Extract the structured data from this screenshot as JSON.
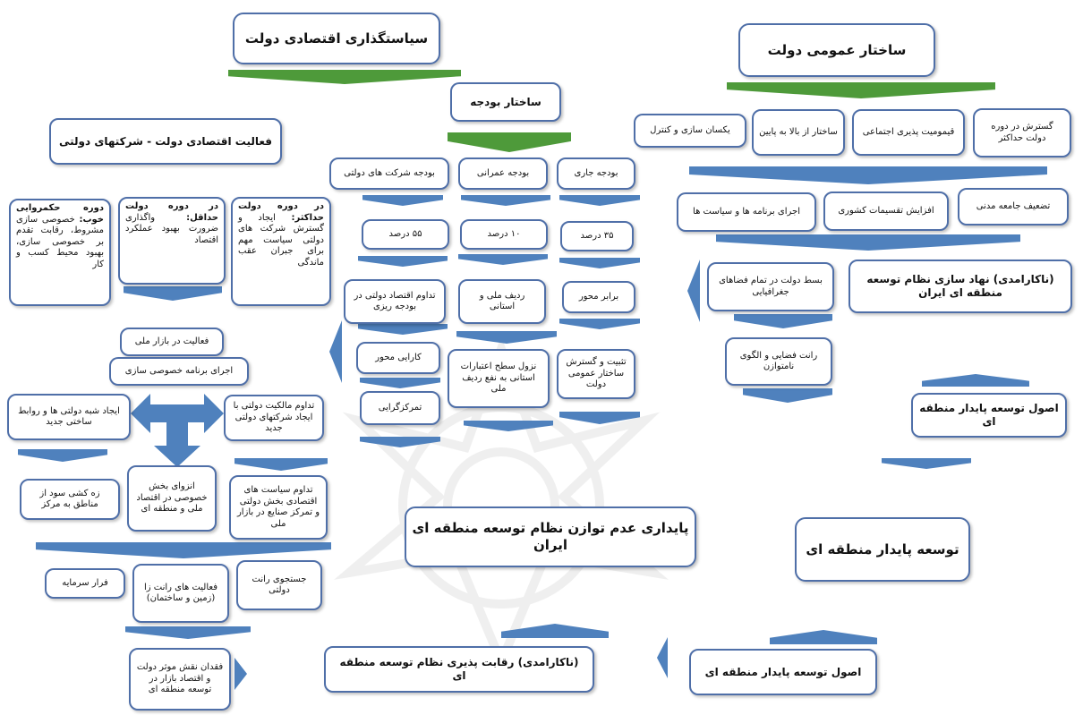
{
  "boxes": {
    "econ_policy": "سیاستگذاری اقتصادی دولت",
    "gov_structure": "ساختار عمومی دولت",
    "budget_structure": "ساختار بودجه",
    "econ_activity": "فعالیت اقتصادی دولت - شرکتهای دولتی",
    "expansion_maximal": "گسترش در دوره دولت حداکثر",
    "social_guardianship": "قیمومیت پذیری اجتماعی",
    "top_down": "ساختار از بالا به پایین",
    "uniform_control": "یکسان سازی و کنترل",
    "weak_civil_society": "تضعیف جامعه مدنی",
    "increase_divisions": "افزایش تقسیمات کشوری",
    "execute_programs": "اجرای برنامه ها و سیاست ها",
    "ineffective_institution": "(ناکارامدی) نهاد سازی نظام توسعه منطقه ای ایران",
    "spread_state": "بسط دولت در تمام فضاهای جغرافیایی",
    "spatial_rent": "رانت فضایی و الگوی نامتوازن",
    "principles_sustainable_1": "اصول توسعه پایدار منطقه ای",
    "sustainable_regional": "توسعه پایدار منطقه ای",
    "imbalance_stability": "پایداری عدم توازن نظام توسعه منطقه ای ایران",
    "principles_sustainable_2": "اصول توسعه پایدار منطقه ای",
    "ineffective_competitiveness": "(ناکارامدی) رقابت پذیری نظام توسعه منطقه ای",
    "budget_current": "بودجه جاری",
    "budget_construction": "بودجه عمرانی",
    "budget_state_companies": "بودجه شرکت های دولتی",
    "pct_35": "۳۵ درصد",
    "pct_10": "۱۰ درصد",
    "pct_55": "۵۵ درصد",
    "axis_equal": "برابر محور",
    "national_provincial_row": "ردیف ملی و استانی",
    "continuation_econ": "تداوم اقتصاد دولتی در بودجه ریزی",
    "stabilization": "تثبیت و گسترش ساختار عمومی دولت",
    "decline_credits": "نزول سطح اعتبارات استانی به نفع ردیف ملی",
    "efficiency_axis": "کارایی محور",
    "centralism": "تمرکزگرایی",
    "period_maximal_title": "در دوره دولت حداکثر:",
    "period_maximal_body": "ایجاد و گسترش شرکت های دولتی سیاست مهم برای جبران عقب ماندگی",
    "period_minimal_title": "در دوره دولت حداقل:",
    "period_minimal_body": "واگذاری ضرورت بهبود عملکرد اقتصاد",
    "period_good_title": "دوره حکمروایی خوب:",
    "period_good_body": "خصوصی سازی مشروط، رقابت تقدم بر خصوصی سازی، بهبود محیط کسب و کار",
    "national_market": "فعالیت در بازار ملی",
    "privatization": "اجرای برنامه خصوصی سازی",
    "continuation_ownership": "تداوم مالکیت دولتی با ایجاد شرکتهای دولتی جدید",
    "quasi_state": "ایجاد شبه دولتی ها و روابط ساختی جدید",
    "continuation_policies": "تداوم سیاست های اقتصادی بخش دولتی و تمرکز صنایع در بازار ملی",
    "private_isolation": "انزوای بخش خصوصی در اقتصاد ملی و منطقه ای",
    "profit_drain": "زه کشی سود از مناطق به مرکز",
    "rent_seeking": "جستجوی رانت دولتی",
    "rent_activities": "فعالیت های رانت زا (زمین و ساختمان)",
    "capital_flight": "فرار سرمایه",
    "loss_of_role": "فقدان نقش موثر دولت و اقتصاد بازار در توسعه منطقه ای"
  },
  "colors": {
    "box_border": "#4f6fa8",
    "arrow_blue": "#4f81bd",
    "arrow_green": "#4e9a3a",
    "watermark": "#8a8a8a"
  },
  "icons": [
    "down-arrow-icon",
    "up-arrow-icon",
    "left-arrow-icon",
    "right-arrow-icon",
    "cross-arrow-icon",
    "watermark-logo"
  ]
}
